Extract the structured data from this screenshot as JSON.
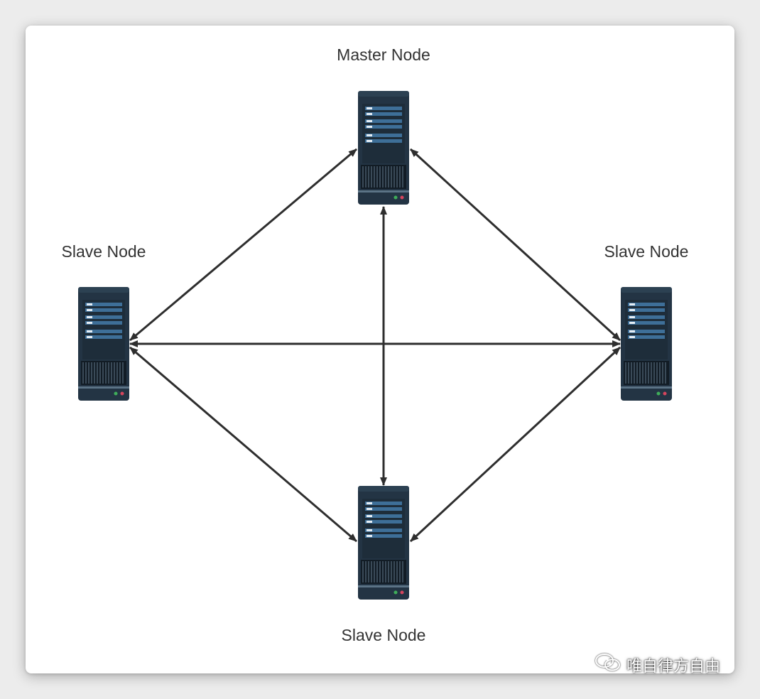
{
  "nodes": {
    "master": {
      "label": "Master Node"
    },
    "left": {
      "label": "Slave Node"
    },
    "right": {
      "label": "Slave Node"
    },
    "bottom": {
      "label": "Slave Node"
    }
  },
  "watermark": {
    "text": "唯自律方自由",
    "icon": "wechat-icon"
  },
  "colors": {
    "background": "#ececec",
    "card": "#ffffff",
    "arrow": "#2e2e2e",
    "server_body": "#233444",
    "server_panel": "#3e6f98",
    "led_green": "#3fae5a",
    "led_red": "#d6455d"
  }
}
